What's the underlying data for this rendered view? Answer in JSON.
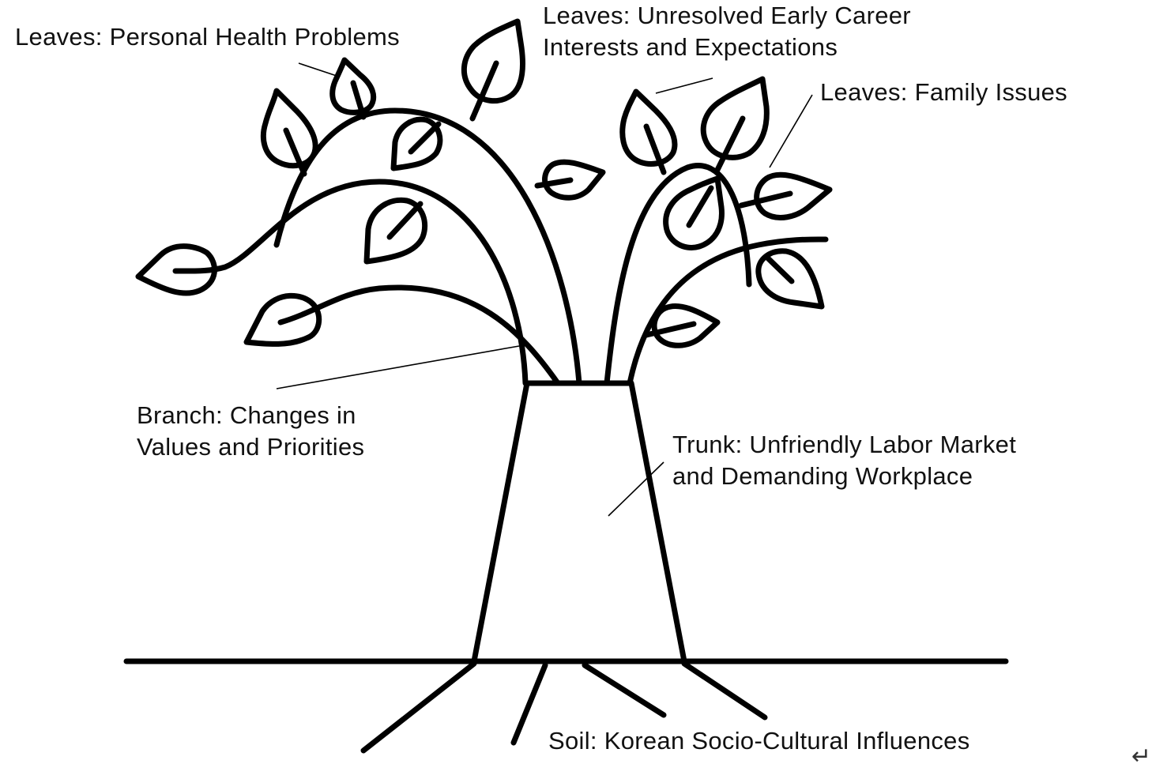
{
  "diagram": {
    "labels": {
      "health": {
        "lines": [
          "Leaves: Personal Health Problems"
        ]
      },
      "career": {
        "lines": [
          "Leaves: Unresolved Early Career",
          "Interests and Expectations"
        ]
      },
      "family": {
        "lines": [
          "Leaves: Family Issues"
        ]
      },
      "branch": {
        "lines": [
          "Branch: Changes in",
          "Values and Priorities"
        ]
      },
      "trunk": {
        "lines": [
          "Trunk: Unfriendly Labor Market",
          "and Demanding Workplace"
        ]
      },
      "soil": {
        "lines": [
          "Soil: Korean Socio-Cultural Influences"
        ]
      }
    },
    "return_mark": "↵",
    "colors": {
      "ink": "#000000",
      "background": "#ffffff"
    }
  }
}
